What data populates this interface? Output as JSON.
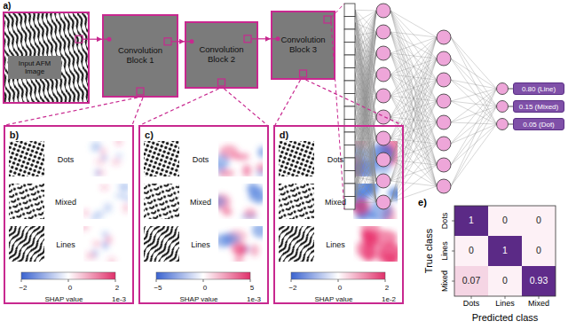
{
  "diagram": {
    "nodes": [
      {
        "text": [
          "Input AFM Image"
        ]
      },
      {
        "text": [
          "Convolution Block 1"
        ]
      },
      {
        "text": [
          "Convolution Block 2"
        ]
      },
      {
        "text": [
          "Convolution Block 3"
        ]
      },
      {
        "text": [
          "0.80 (Line)"
        ]
      },
      {
        "text": [
          "0.15 (Mixed)"
        ]
      },
      {
        "text": [
          "0.05 (Dot)"
        ]
      },
      {
        "text": [
          "b)",
          "Dots",
          "Mixed",
          "Lines",
          "−2",
          "0",
          "2",
          "1e-3",
          "SHAP value"
        ]
      },
      {
        "text": [
          "c)",
          "Dots",
          "Mixed",
          "Lines",
          "−5",
          "0",
          "5",
          "1e-3",
          "SHAP value"
        ]
      },
      {
        "text": [
          "d)",
          "Dots",
          "Mixed",
          "Lines",
          "−2",
          "0",
          "2",
          "1e-2",
          "SHAP value"
        ]
      }
    ],
    "edges": [
      {
        "from": 0,
        "to": 1,
        "arrow": "to"
      },
      {
        "from": 1,
        "to": 2,
        "arrow": "to"
      },
      {
        "from": 2,
        "to": 3,
        "arrow": "to"
      },
      {
        "from": 1,
        "to": 7,
        "arrow": "none"
      },
      {
        "from": 2,
        "to": 8,
        "arrow": "none"
      },
      {
        "from": 3,
        "to": 9,
        "arrow": "none"
      }
    ],
    "labels": [
      "a)",
      "e)",
      "1",
      "0",
      "0",
      "0",
      "1",
      "0",
      "0.07",
      "0",
      "0.93",
      "True class",
      "Dots",
      "Lines",
      "Mixed",
      "Dots",
      "Lines",
      "Mixed",
      "Predicted class"
    ]
  }
}
